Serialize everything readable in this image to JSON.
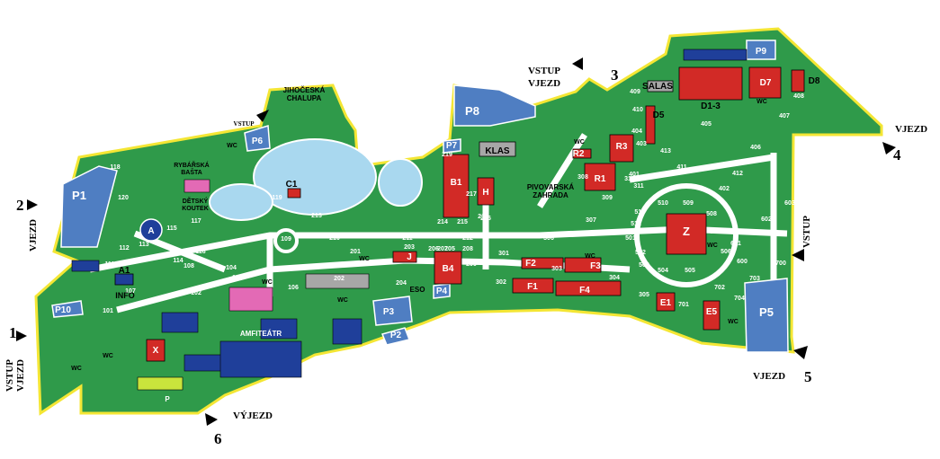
{
  "colors": {
    "grass": "#2f9a4a",
    "boundary": "#f4e634",
    "road": "#ffffff",
    "water": "#a9d8ef",
    "parking": "#4f7ec2",
    "building_red": "#d22a26",
    "building_blue": "#1f3f9a",
    "building_grey": "#a7a7a7",
    "building_pink": "#e36ab5",
    "building_lime": "#c9e43c"
  },
  "gates": [
    {
      "number": "1",
      "lines": [
        "VSTUP",
        "VJEZD"
      ]
    },
    {
      "number": "2",
      "lines": [
        "VJEZD"
      ]
    },
    {
      "number": "3",
      "lines": [
        "VSTUP",
        "VJEZD"
      ]
    },
    {
      "number": "4",
      "lines": [
        "VJEZD"
      ]
    },
    {
      "number": "5",
      "lines": [
        "VJEZD"
      ]
    },
    {
      "number": "6",
      "lines": [
        "VÝJEZD"
      ]
    },
    {
      "number": "",
      "lines": [
        "VSTUP"
      ]
    },
    {
      "number": "",
      "lines": [
        "VSTUP"
      ]
    }
  ],
  "parking": [
    "P1",
    "P2",
    "P3",
    "P4",
    "P5",
    "P6",
    "P7",
    "P8",
    "P9",
    "P10"
  ],
  "halls": [
    "A",
    "A1",
    "B1",
    "B4",
    "C1",
    "D1-3",
    "D5",
    "D7",
    "D8",
    "E1",
    "E5",
    "F1",
    "F2",
    "F3",
    "F4",
    "H",
    "J",
    "R1",
    "R2",
    "R3",
    "X",
    "Z",
    "KLAS",
    "SALAS"
  ],
  "places": {
    "jihoceska_chalupa": [
      "JIHOČESKÁ",
      "CHALUPA"
    ],
    "rybarska_basta": [
      "RYBÁŘSKÁ",
      "BAŠTA"
    ],
    "detsky_koutek": [
      "DĚTSKÝ",
      "KOUTEK"
    ],
    "pivovarska_zahrada": [
      "PIVOVARSKÁ",
      "ZAHRADA"
    ],
    "amfiteatr": "AMFITEÁTR",
    "info": "INFO",
    "wc": "WC",
    "eso": "ESO"
  },
  "areas": [
    "101",
    "102",
    "103",
    "104",
    "106",
    "107",
    "108",
    "109",
    "112",
    "113",
    "114",
    "115",
    "116",
    "117",
    "118",
    "119",
    "120",
    "111",
    "201",
    "202",
    "203",
    "204",
    "205",
    "206",
    "207",
    "208",
    "209",
    "210",
    "211",
    "212",
    "213",
    "214",
    "215",
    "216",
    "217",
    "218",
    "219",
    "301",
    "302",
    "303",
    "304",
    "305",
    "306",
    "307",
    "308",
    "309",
    "310",
    "311",
    "401",
    "402",
    "403",
    "404",
    "405",
    "406",
    "407",
    "408",
    "409",
    "410",
    "411",
    "412",
    "413",
    "501",
    "502",
    "503",
    "504",
    "505",
    "506",
    "507",
    "508",
    "509",
    "510",
    "511",
    "512",
    "600",
    "601",
    "602",
    "603",
    "700",
    "701",
    "702",
    "703",
    "704",
    "P"
  ]
}
